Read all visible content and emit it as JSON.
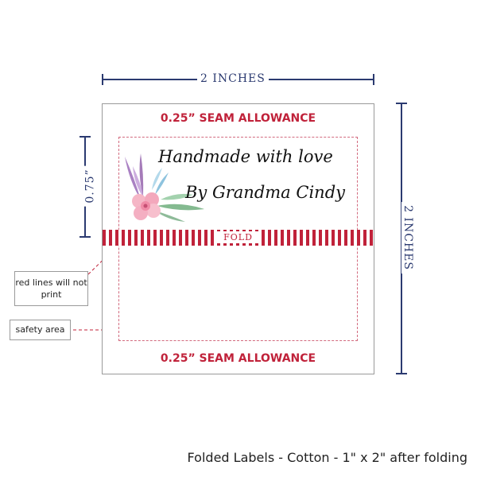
{
  "dimensions": {
    "width_label": "2 INCHES",
    "height_label": "2 INCHES",
    "fold_height_label": "0.75”"
  },
  "label": {
    "seam_top": "0.25” SEAM ALLOWANCE",
    "seam_bottom": "0.25” SEAM ALLOWANCE",
    "text_line1": "Handmade with love",
    "text_line2": "By Grandma Cindy",
    "fold_text": "FOLD"
  },
  "callouts": {
    "red_lines": "red lines will not print",
    "safety_area": "safety area"
  },
  "caption": "Folded Labels - Cotton - 1\" x 2\" after folding",
  "colors": {
    "dimension": "#2b3a70",
    "accent_red": "#c0223a",
    "safety_dash": "#d26a7e"
  },
  "icons": [
    "floral-watercolor-icon"
  ]
}
